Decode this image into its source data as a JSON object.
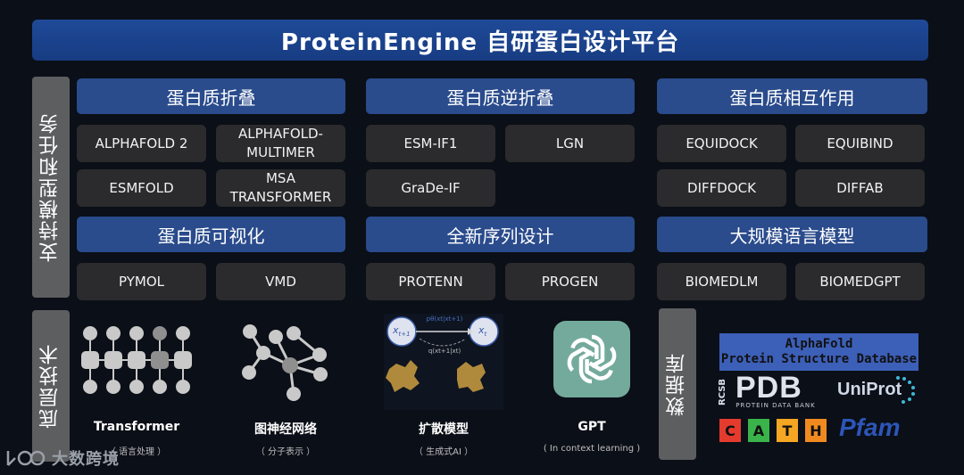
{
  "title": "ProteinEngine 自研蛋白设计平台",
  "side_tasks_label": "支持模型和任务",
  "side_tech_label": "底层技术",
  "side_db_label": "数据库",
  "categories": [
    {
      "header": "蛋白质折叠",
      "tools": [
        "ALPHAFOLD 2",
        "ALPHAFOLD-\nMULTIMER",
        "ESMFOLD",
        "MSA\nTRANSFORMER"
      ]
    },
    {
      "header": "蛋白质逆折叠",
      "tools": [
        "ESM-IF1",
        "LGN",
        "GraDe-IF"
      ]
    },
    {
      "header": "蛋白质相互作用",
      "tools": [
        "EQUIDOCK",
        "EQUIBIND",
        "DIFFDOCK",
        "DIFFAB"
      ]
    },
    {
      "header": "蛋白质可视化",
      "tools": [
        "PYMOL",
        "VMD"
      ]
    },
    {
      "header": "全新序列设计",
      "tools": [
        "PROTENN",
        "PROGEN"
      ]
    },
    {
      "header": "大规模语言模型",
      "tools": [
        "BIOMEDLM",
        "BIOMEDGPT"
      ]
    }
  ],
  "tech": [
    {
      "title": "Transformer",
      "sub": "（ 语言处理 ）",
      "icon": "transformer-grid-icon"
    },
    {
      "title": "图神经网络",
      "sub": "（ 分子表示 ）",
      "icon": "graph-network-icon"
    },
    {
      "title": "扩散模型",
      "sub": "（ 生成式AI ）",
      "icon": "diffusion-icon"
    },
    {
      "title": "GPT",
      "sub": "( In context learning )",
      "icon": "openai-logo-icon"
    }
  ],
  "diffusion_labels": {
    "x1": "x",
    "x1_sub": "t+1",
    "x0": "x",
    "x0_sub": "t",
    "forward": "pθ(xt|xt+1)",
    "reverse": "q(xt+1|xt)"
  },
  "databases": {
    "alphafold_line1": "AlphaFold",
    "alphafold_line2": "Protein Structure Database",
    "rcsb": "RCSB",
    "pdb": "PDB",
    "pdb_sub": "PROTEIN DATA BANK",
    "uniprot": "UniProt",
    "cath": [
      "C",
      "A",
      "T",
      "H"
    ],
    "pfam": "Pfam"
  },
  "watermark": "大数跨境",
  "colors": {
    "title_bg": "#1f4a98",
    "header_bg": "#2a4b8c",
    "tool_bg": "#2b2b2d",
    "side_bg": "#5d5e60",
    "gpt_green": "#74aa9c"
  }
}
